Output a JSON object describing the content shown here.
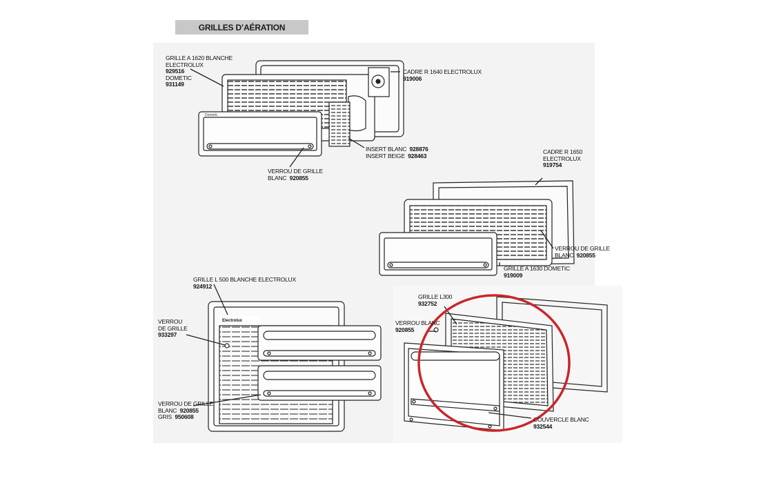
{
  "title": "GRILLES D’AÉRATION",
  "labels": {
    "grille_a1620": {
      "lines": [
        "GRILLE A 1620 BLANCHE",
        "ELECTROLUX"
      ],
      "ref": "929516"
    },
    "dometic_1": {
      "name": "DOMETIC",
      "ref": "931149"
    },
    "cadre_r1640": {
      "name": "CADRE R 1640 ELECTROLUX",
      "ref": "919006"
    },
    "insert_blanc": {
      "name": "INSERT BLANC",
      "ref": "928876"
    },
    "insert_beige": {
      "name": "INSERT BEIGE",
      "ref": "928463"
    },
    "verrou_grille_1": {
      "lines": [
        "VERROU DE GRILLE",
        "BLANC"
      ],
      "ref": "920855"
    },
    "cadre_r1650": {
      "lines": [
        "CADRE R 1650",
        "ELECTROLUX"
      ],
      "ref": "919754"
    },
    "verrou_grille_2": {
      "lines": [
        "VERROU DE GRILLE",
        "BLANC"
      ],
      "ref": "920855"
    },
    "grille_a1630": {
      "name": "GRILLE A 1630 DOMETIC",
      "ref": "919009"
    },
    "grille_l500": {
      "name": "GRILLE L 500 BLANCHE ELECTROLUX",
      "ref": "924912"
    },
    "verrou_de_grille_3": {
      "lines": [
        "VERROU",
        "DE GRILLE"
      ],
      "ref": "933297"
    },
    "verrou_grille_4": {
      "lines": [
        "VERROU DE GRILLE",
        "BLANC",
        "GRIS"
      ],
      "ref_blanc": "920855",
      "ref_gris": "950608"
    },
    "grille_l300": {
      "name": "GRILLE L300",
      "ref": "932752"
    },
    "verrou_blanc": {
      "name": "VERROU BLANC",
      "ref": "920855"
    },
    "couvercle_blanc": {
      "name": "COUVERCLE BLANC",
      "ref": "932544"
    }
  },
  "logo_text": "Electrolux",
  "highlight_color": "#c8262b",
  "line_color": "#222222"
}
